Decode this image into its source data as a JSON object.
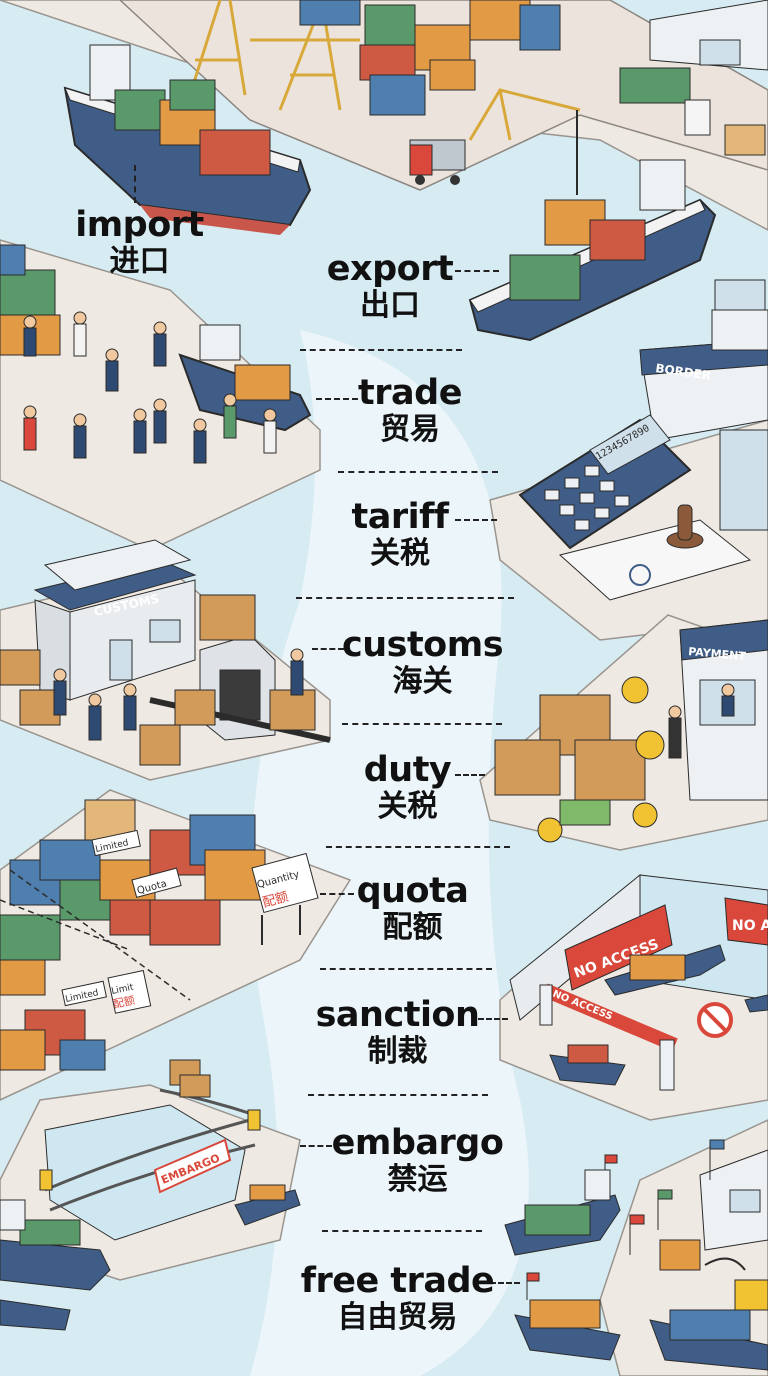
{
  "terms": [
    {
      "en": "import",
      "zh": "进口"
    },
    {
      "en": "export",
      "zh": "出口"
    },
    {
      "en": "trade",
      "zh": "贸易"
    },
    {
      "en": "tariff",
      "zh": "关税"
    },
    {
      "en": "customs",
      "zh": "海关"
    },
    {
      "en": "duty",
      "zh": "关税"
    },
    {
      "en": "quota",
      "zh": "配额"
    },
    {
      "en": "sanction",
      "zh": "制裁"
    },
    {
      "en": "embargo",
      "zh": "禁运"
    },
    {
      "en": "free trade",
      "zh": "自由贸易"
    }
  ],
  "signs": {
    "border": "BORDER",
    "customs": "CUSTOMS",
    "payment": "PAYMENT",
    "no_access": "NO ACCESS",
    "no_access_short": "NO A",
    "embargo": "EMBARGO",
    "quota": "Quota",
    "quantity": "Quantity",
    "quantity_zh": "配额",
    "limited": "Limited",
    "limit": "Limit",
    "limit_zh": "配额",
    "calculator_display": "1234567890"
  },
  "colors": {
    "water": "#cfe7f0",
    "land": "#f1ece6",
    "outline": "#2b2b2b",
    "red_sign": "#d9483b"
  }
}
